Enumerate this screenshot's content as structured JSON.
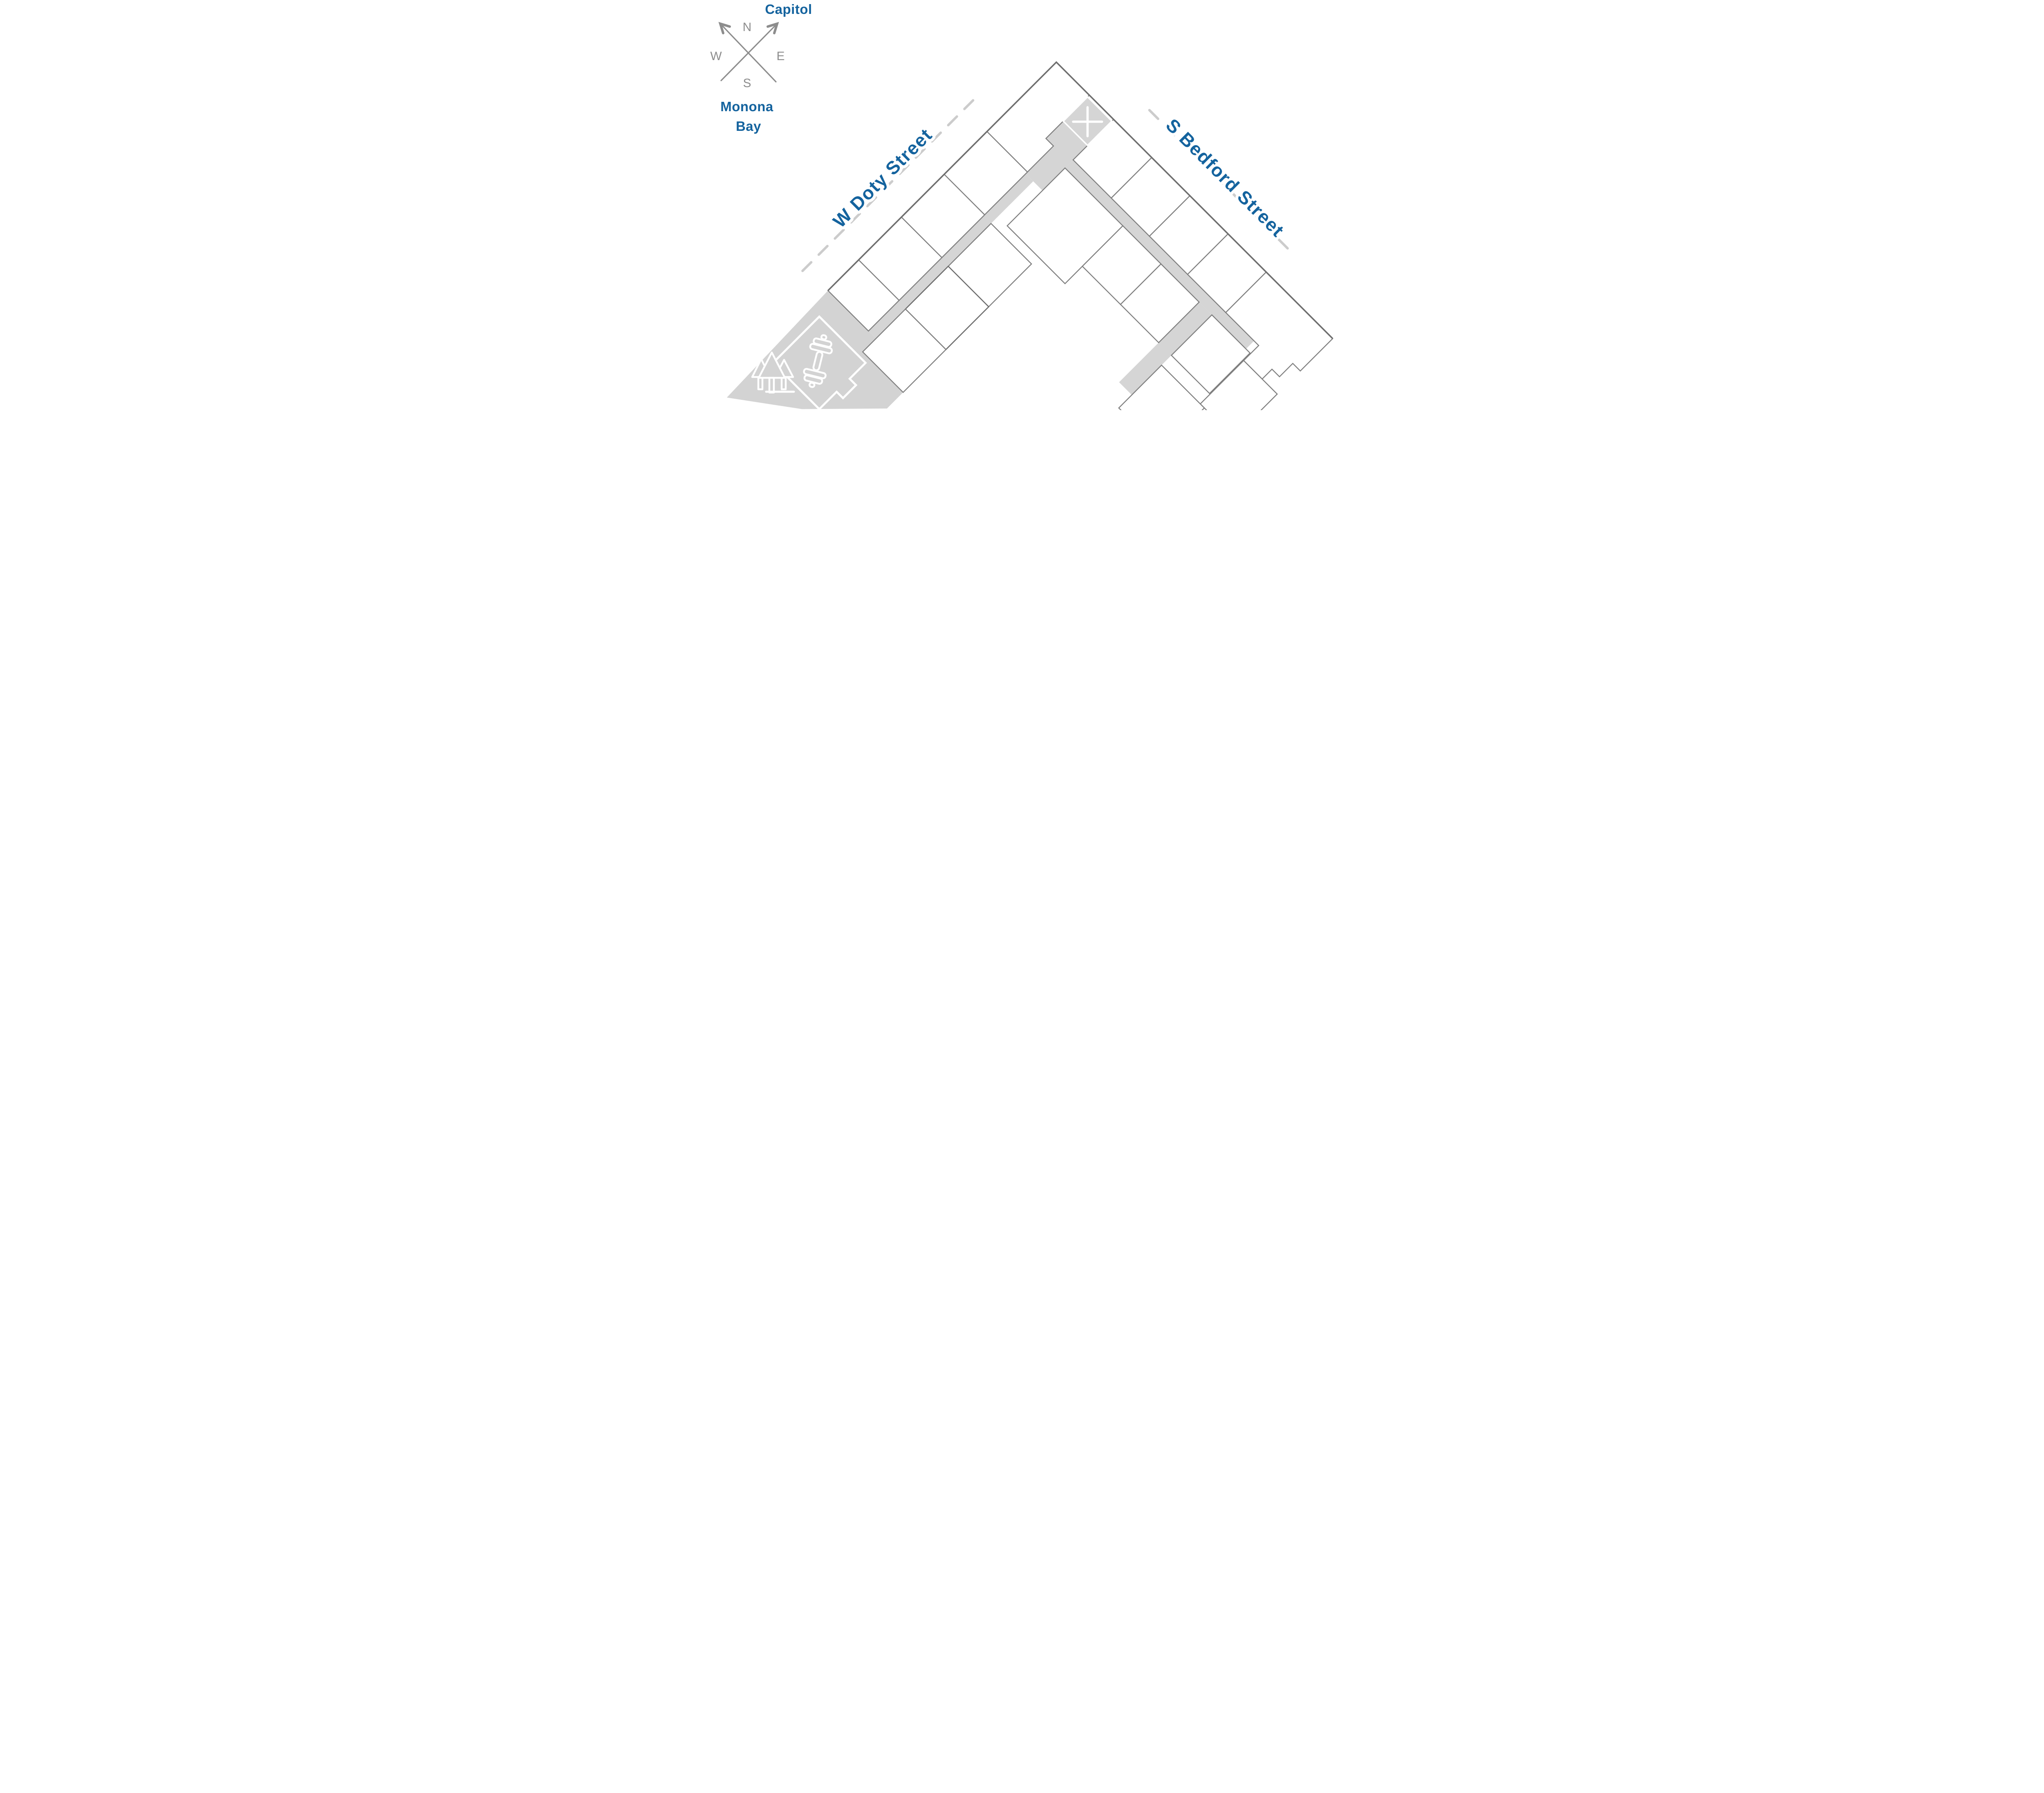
{
  "compass": {
    "north": "N",
    "east": "E",
    "south": "S",
    "west": "W"
  },
  "landmarks": {
    "capitol": "Capitol",
    "monona_bay_line1": "Monona",
    "monona_bay_line2": "Bay"
  },
  "streets": {
    "west_street": "W Doty Street",
    "south_street": "S Bedford Street"
  },
  "building": {
    "highlighted_unit": {
      "state": "selected"
    },
    "stair_marker_glyph": "X"
  },
  "icons": {
    "compass_rose": "compass-rose-icon",
    "stair_core": "x-marker-icon",
    "fitness_area": "dumbbell-icon",
    "outdoor_area": "pine-trees-icon"
  },
  "colors": {
    "highlight": "#055E9E",
    "label_blue": "#14639E",
    "corridor": "#D5D5D5",
    "amenity": "#D3D3D3",
    "unit_outline": "#7F7F7F",
    "outer_outline": "#6E6E6E",
    "dash": "#CCCCCC",
    "compass_gray": "#8D8D8D"
  }
}
